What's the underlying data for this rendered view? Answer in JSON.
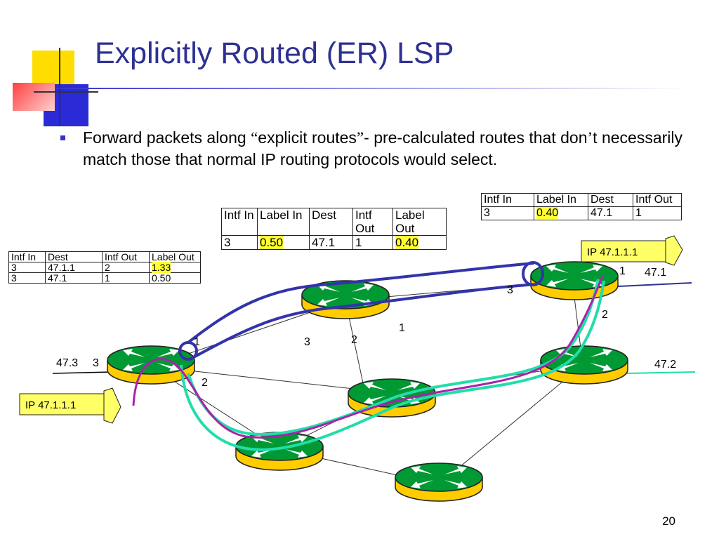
{
  "slide": {
    "title": "Explicitly Routed (ER) LSP",
    "bullet": {
      "part1": "Forward packets along ",
      "quote_open": "“",
      "quoted": "explicit routes",
      "quote_close": "”",
      "part2": "- pre-calculated routes that don",
      "apostrophe": "’",
      "part3": "t necessarily match those that normal IP routing protocols would select."
    },
    "page_number": "20"
  },
  "tables": {
    "ingress": {
      "headers": [
        "Intf In",
        "Dest",
        "Intf Out",
        "Label Out"
      ],
      "rows": [
        [
          "3",
          "47.1.1",
          "2",
          "1.33"
        ],
        [
          "3",
          "47.1",
          "1",
          "0.50"
        ]
      ]
    },
    "transit": {
      "headers": [
        "Intf In",
        "Label In",
        "Dest",
        "Intf Out",
        "Label Out"
      ],
      "rows": [
        [
          "3",
          "0.50",
          "47.1",
          "1",
          "0.40"
        ]
      ]
    },
    "egress": {
      "headers": [
        "Intf In",
        "Label In",
        "Dest",
        "Intf Out"
      ],
      "rows": [
        [
          "3",
          "0.40",
          "47.1",
          "1"
        ]
      ]
    }
  },
  "packets": {
    "ingress": "IP 47.1.1.1",
    "egress": "IP 47.1.1.1"
  },
  "network_labels": {
    "net_left": "47.3",
    "net_right_top": "47.1",
    "net_right_bottom": "47.2",
    "if_left_3": "3",
    "if_left_1": "1",
    "if_left_2": "2",
    "if_mid_3": "3",
    "if_mid_2": "2",
    "if_mid_1": "1",
    "if_rt_3": "3",
    "if_rt_1": "1",
    "if_rt_2": "2"
  },
  "colors": {
    "title": "#2e3192",
    "router_top": "#009933",
    "router_base": "#ffcc00",
    "lsp_path": "#3333aa",
    "ip_path": "#aa22aa",
    "alt_path": "#22ddaa",
    "label_highlight": "#ffff33",
    "packet_fill": "#ffff66"
  },
  "icons": [
    "router-icon",
    "packet-icon"
  ]
}
